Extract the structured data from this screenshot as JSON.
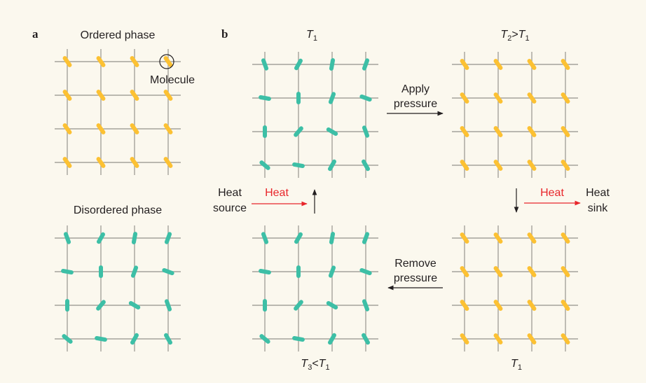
{
  "colors": {
    "background": "#fbf8ee",
    "ordered_molecule": "#fcc133",
    "disordered_molecule": "#3dbfa6",
    "grid": "#a5a29c",
    "heat": "#e8262b",
    "arrow": "#231f20"
  },
  "panel_a": {
    "letter": "a",
    "ordered_title": "Ordered phase",
    "molecule_label": "Molecule",
    "disordered_title": "Disordered phase"
  },
  "panel_b": {
    "letter": "b",
    "state_top_left": {
      "T": "T",
      "sub": "1"
    },
    "state_top_right": {
      "T2": "T",
      "sub2": "2",
      "op": ">",
      "T1": "T",
      "sub1": "1"
    },
    "state_bottom_left": {
      "T3": "T",
      "sub3": "3",
      "op": "<",
      "T1": "T",
      "sub1": "1"
    },
    "state_bottom_right": {
      "T": "T",
      "sub": "1"
    },
    "apply_line1": "Apply",
    "apply_line2": "pressure",
    "remove_line1": "Remove",
    "remove_line2": "pressure",
    "heat_source_line1": "Heat",
    "heat_source_line2": "source",
    "heat_sink_line1": "Heat",
    "heat_sink_line2": "sink",
    "heat_in_label": "Heat",
    "heat_out_label": "Heat"
  }
}
